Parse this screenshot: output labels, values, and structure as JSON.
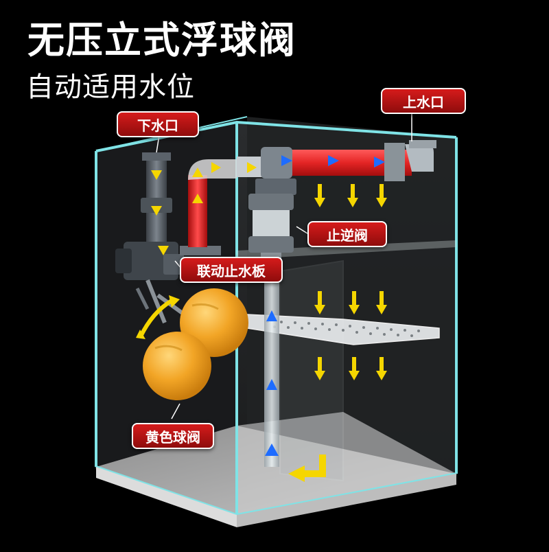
{
  "title": "无压立式浮球阀",
  "subtitle": "自动适用水位",
  "labels": {
    "inlet_down": "下水口",
    "inlet_up": "上水口",
    "check_valve": "止逆阀",
    "linkage_plate": "联动止水板",
    "yellow_ball_valve": "黄色球阀"
  },
  "colors": {
    "background": "#000000",
    "tag_red": "#c4161c",
    "glass_edge": "#7fe3e6",
    "pipe_red": "#e42525",
    "ball_orange": "#f2a526",
    "arrow_yellow": "#f5d600",
    "arrow_blue": "#1e6cff"
  },
  "icons": [
    "down-arrow-icon",
    "up-arrow-icon",
    "right-arrow-icon",
    "curved-arrow-icon"
  ]
}
